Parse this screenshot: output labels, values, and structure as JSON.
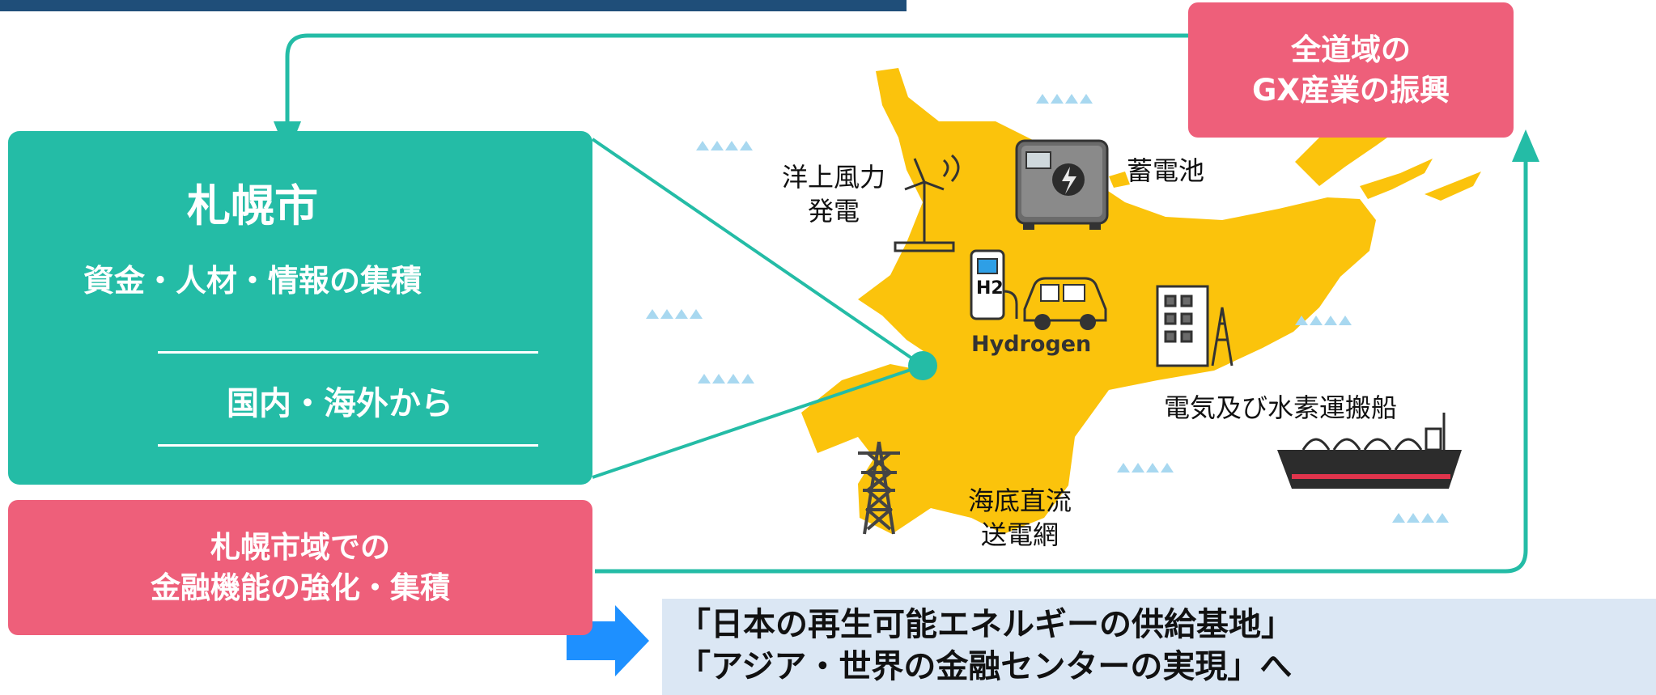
{
  "left_panel": {
    "title": "札幌市",
    "subtitle": "資金・人材・情報の集積",
    "domestic": "国内・海外から"
  },
  "bottom_left_box": {
    "line1": "札幌市域での",
    "line2": "金融機能の強化・集積"
  },
  "top_right_box": {
    "line1": "全道域の",
    "line2": "GX産業の振興"
  },
  "map_labels": {
    "offshore_wind_1": "洋上風力",
    "offshore_wind_2": "発電",
    "battery": "蓄電池",
    "hydrogen": "Hydrogen",
    "hydrogen_station": "H2",
    "ship": "電気及び水素運搬船",
    "cable_1": "海底直流",
    "cable_2": "送電網"
  },
  "banner": {
    "line1": "「日本の再生可能エネルギーの供給基地」",
    "line2": "「アジア・世界の金融センターの実現」へ"
  },
  "colors": {
    "teal": "#24bca6",
    "pink": "#ee5f7a",
    "yellow": "#fbc30c",
    "navy": "#1f4e79",
    "arrow_blue": "#1e90ff",
    "banner_bg": "#dbe7f4"
  }
}
